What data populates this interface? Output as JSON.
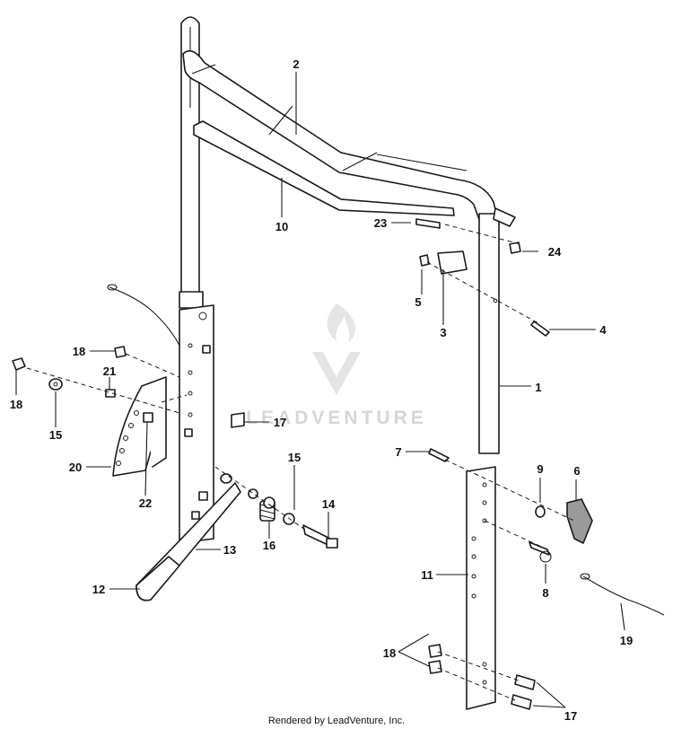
{
  "footer": "Rendered by LeadVenture, Inc.",
  "watermark": "LEADVENTURE",
  "callouts": {
    "c1": "1",
    "c2": "2",
    "c3": "3",
    "c4": "4",
    "c5": "5",
    "c6": "6",
    "c7": "7",
    "c8": "8",
    "c9": "9",
    "c10": "10",
    "c11": "11",
    "c12": "12",
    "c13": "13",
    "c14": "14",
    "c15a": "15",
    "c15b": "15",
    "c16": "16",
    "c17a": "17",
    "c17b": "17",
    "c18a": "18",
    "c18b": "18",
    "c18c": "18",
    "c19": "19",
    "c20": "20",
    "c21": "21",
    "c22": "22",
    "c23": "23",
    "c24": "24"
  }
}
